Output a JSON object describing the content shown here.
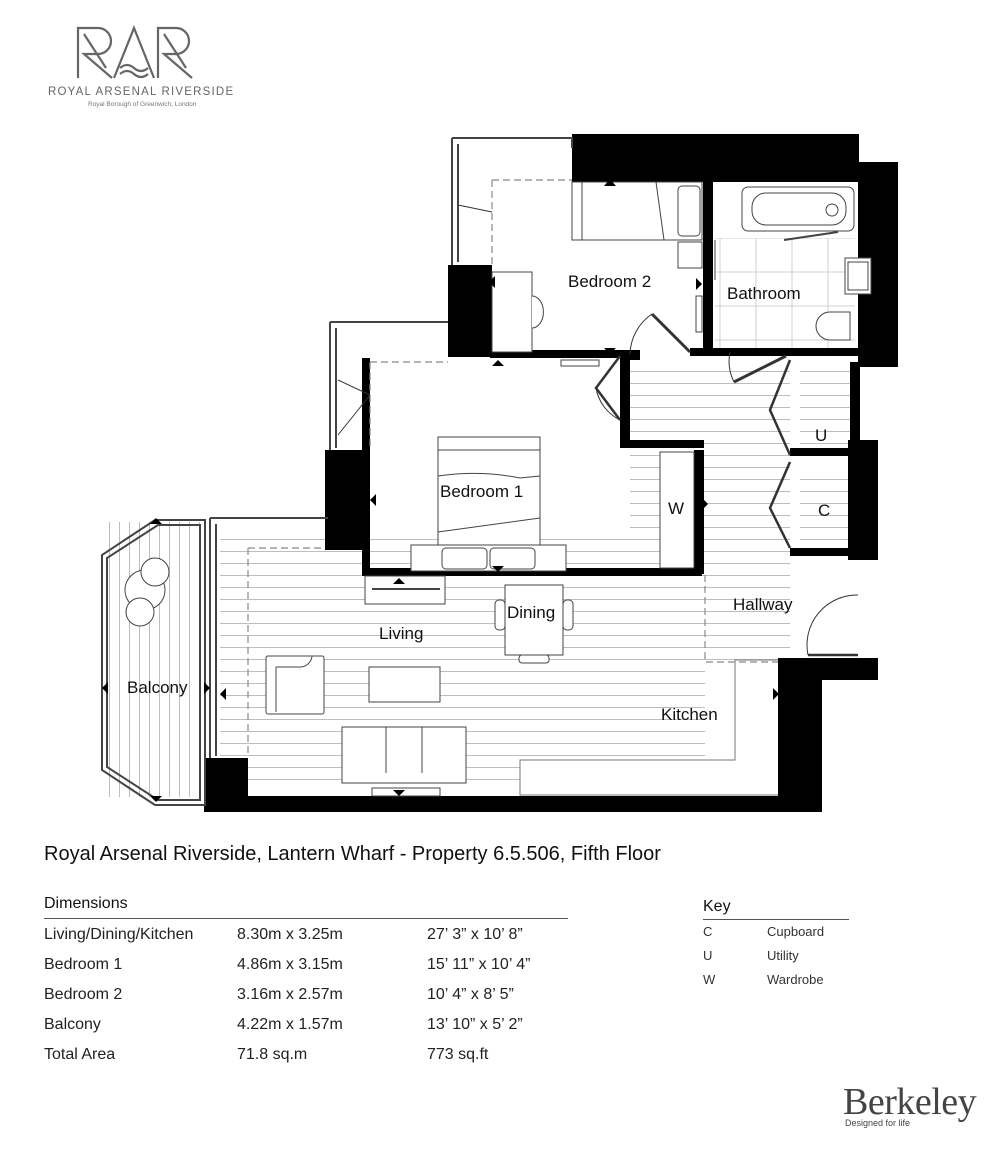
{
  "header": {
    "logo_mark": "RAR",
    "logo_name": "ROYAL ARSENAL RIVERSIDE",
    "logo_subtitle": "Royal Borough of Greenwich, London"
  },
  "floorplan": {
    "rooms": [
      {
        "id": "bedroom2",
        "label": "Bedroom 2"
      },
      {
        "id": "bathroom",
        "label": "Bathroom"
      },
      {
        "id": "utility",
        "label": "U"
      },
      {
        "id": "bedroom1",
        "label": "Bedroom 1"
      },
      {
        "id": "wardrobe",
        "label": "W"
      },
      {
        "id": "cupboard",
        "label": "C"
      },
      {
        "id": "dining",
        "label": "Dining"
      },
      {
        "id": "living",
        "label": "Living"
      },
      {
        "id": "hallway",
        "label": "Hallway"
      },
      {
        "id": "balcony",
        "label": "Balcony"
      },
      {
        "id": "kitchen",
        "label": "Kitchen"
      }
    ],
    "colors": {
      "wall": "#000000",
      "line": "#555555",
      "floor_hatch": "#bdbdbd"
    }
  },
  "property": {
    "title": "Royal Arsenal Riverside, Lantern Wharf - Property 6.5.506, Fifth Floor"
  },
  "dimensions": {
    "heading": "Dimensions",
    "rows": [
      {
        "room": "Living/Dining/Kitchen",
        "metric": "8.30m x 3.25m",
        "imperial": "27’ 3” x 10’ 8”"
      },
      {
        "room": "Bedroom 1",
        "metric": "4.86m x 3.15m",
        "imperial": "15’ 11” x 10’ 4”"
      },
      {
        "room": "Bedroom 2",
        "metric": "3.16m x 2.57m",
        "imperial": "10’ 4” x 8’ 5”"
      },
      {
        "room": "Balcony",
        "metric": "4.22m x 1.57m",
        "imperial": "13’ 10” x 5’ 2”"
      },
      {
        "room": "Total Area",
        "metric": "71.8 sq.m",
        "imperial": "773 sq.ft"
      }
    ]
  },
  "key": {
    "heading": "Key",
    "items": [
      {
        "code": "C",
        "meaning": "Cupboard"
      },
      {
        "code": "U",
        "meaning": "Utility"
      },
      {
        "code": "W",
        "meaning": "Wardrobe"
      }
    ]
  },
  "footer": {
    "brand": "Berkeley",
    "tagline": "Designed for life"
  }
}
